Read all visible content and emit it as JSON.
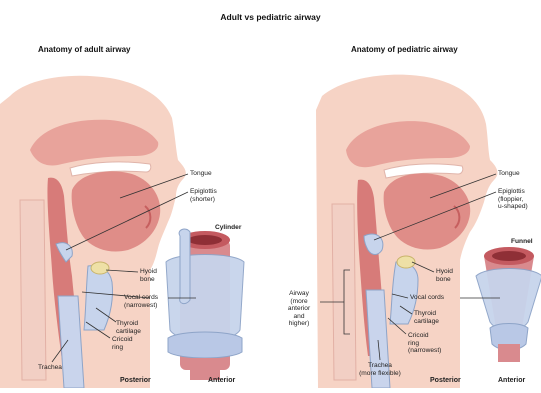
{
  "title": "Adult vs pediatric airway",
  "adult": {
    "heading": "Anatomy of adult airway",
    "tongue": "Tongue",
    "epiglottis": "Epiglottis\n(shorter)",
    "shape": "Cylinder",
    "hyoid": "Hyoid\nbone",
    "vocal_cords": "Vocal cords\n(narrowest)",
    "thyroid": "Thyroid\ncartilage",
    "cricoid": "Cricoid\nring",
    "trachea": "Trachea",
    "posterior": "Posterior",
    "anterior": "Anterior"
  },
  "pediatric": {
    "heading": "Anatomy of pediatric airway",
    "tongue": "Tongue",
    "epiglottis": "Epiglottis\n(floppier,\nu-shaped)",
    "shape": "Funnel",
    "hyoid": "Hyoid\nbone",
    "vocal_cords": "Vocal cords",
    "thyroid": "Thyroid\ncartilage",
    "cricoid": "Cricoid\nring\n(narrowest)",
    "airway": "Airway\n(more\nanterior\nand\nhigher)",
    "trachea": "Trachea\n(more flexible)",
    "posterior": "Posterior",
    "anterior": "Anterior"
  },
  "colors": {
    "background": "#ffffff",
    "skin": "#f5cfc1",
    "tissue": "#e79d96",
    "tissue_dark": "#c65f5f",
    "bone": "#ffffff",
    "cartilage": "#c6d3ec",
    "cartilage_dark": "#8ea4c8",
    "trachea": "#d87c80",
    "hyoid": "#efe0a0",
    "leader": "#333333"
  }
}
